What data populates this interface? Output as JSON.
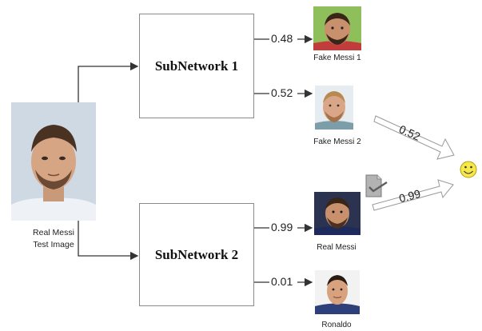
{
  "test_image": {
    "line1": "Real Messi",
    "line2": "Test Image"
  },
  "subnetworks": [
    {
      "label": "SubNetwork 1"
    },
    {
      "label": "SubNetwork 2"
    }
  ],
  "outputs": [
    {
      "value": "0.48",
      "caption": "Fake Messi 1"
    },
    {
      "value": "0.52",
      "caption": "Fake Messi 2"
    },
    {
      "value": "0.99",
      "caption": "Real Messi"
    },
    {
      "value": "0.01",
      "caption": "Ronaldo"
    }
  ],
  "scores": [
    "0.52",
    "0.99"
  ],
  "icons": {
    "smiley": "smiley-face-icon",
    "check": "check-document-icon"
  },
  "colors": {
    "smiley_fill": "#f4e84a",
    "box_border": "#8a8a8a",
    "line": "#333333"
  }
}
